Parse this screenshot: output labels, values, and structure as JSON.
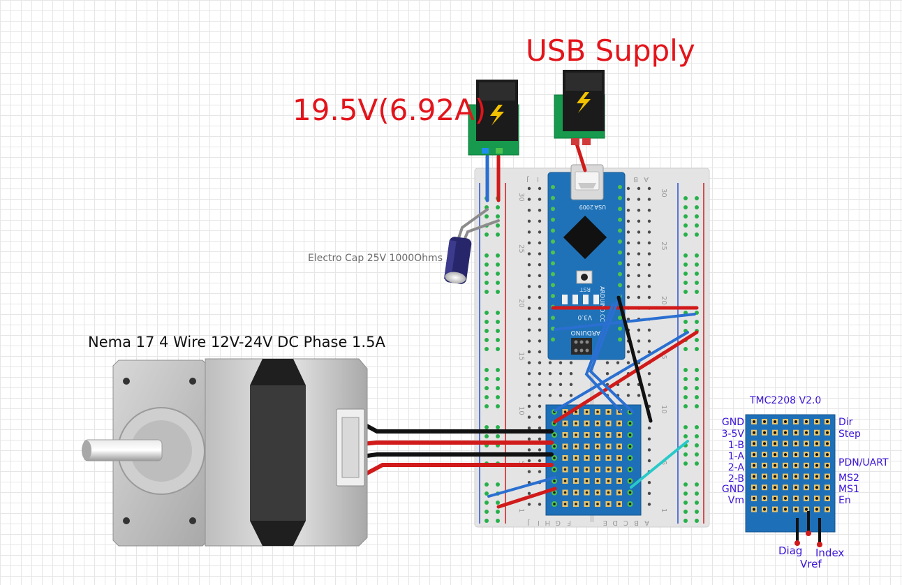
{
  "labels": {
    "usb_supply": "USB Supply",
    "power_supply": "19.5V(6.92A)",
    "capacitor": "Electro Cap 25V 1000Ohms",
    "motor": "Nema 17 4 Wire 12V-24V DC Phase 1.5A"
  },
  "driver": {
    "title": "TMC2208 V2.0",
    "left_pins": [
      "GND",
      "3-5V",
      "1-B",
      "1-A",
      "2-A",
      "2-B",
      "GND",
      "Vm"
    ],
    "right_pins": [
      "Dir",
      "Step",
      "PDN/UART",
      "MS2",
      "MS1",
      "En"
    ],
    "bottom_pins": [
      "Diag",
      "Vref",
      "Index"
    ]
  },
  "arduino": {
    "board_text": "ARDUINO.CC",
    "version": "V3.0",
    "brand": "ARDUINO",
    "usb_mark": "USA",
    "year": "2009",
    "rst": "RST"
  },
  "breadboard": {
    "row_numbers": [
      "30",
      "25",
      "20",
      "15",
      "10",
      "5",
      "1"
    ],
    "col_left": [
      "J",
      "I",
      "H",
      "G",
      "F"
    ],
    "col_right": [
      "E",
      "D",
      "C",
      "B",
      "A"
    ]
  },
  "colors": {
    "label_red": "#e3141b",
    "label_purple": "#3b14d8",
    "wire_red": "#d11a1a",
    "wire_blue": "#2a6fd1",
    "wire_black": "#111111",
    "wire_cyan": "#28c9c9",
    "pcb_blue": "#1d6fb8",
    "pcb_green": "#0f9f4a"
  }
}
